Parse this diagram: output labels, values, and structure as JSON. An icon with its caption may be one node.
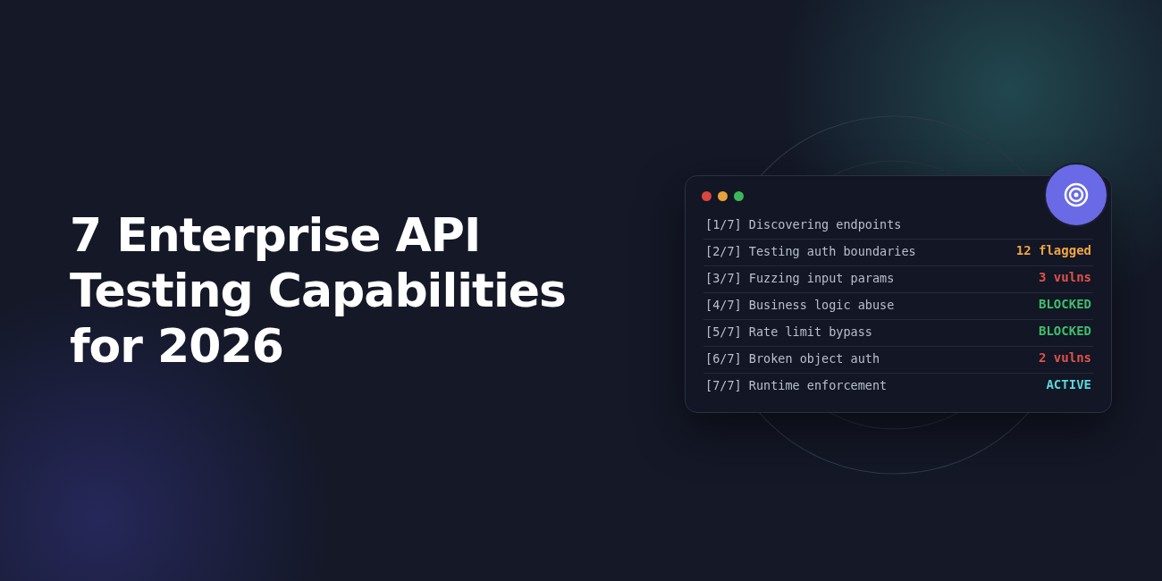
{
  "diagram": {
    "title": "7 Enterprise API Testing Capabilities for 2026",
    "nodes": [
      {
        "text": [
          "[1/7] Discovering endpoints",
          "[2/7] Testing auth boundaries",
          "12 flagged",
          "[3/7] Fuzzing input params",
          "3 vulns",
          "[4/7] Business logic abuse",
          "BLOCKED",
          "[5/7] Rate limit bypass",
          "BLOCKED",
          "[6/7] Broken object auth",
          "2 vulns",
          "[7/7] Runtime enforcement",
          "ACTIVE"
        ]
      }
    ]
  }
}
